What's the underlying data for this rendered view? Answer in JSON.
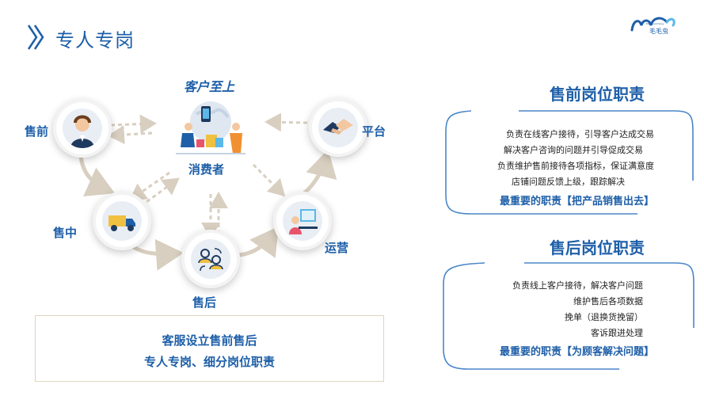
{
  "header": {
    "title": "专人专岗",
    "logo_text": "毛毛虫",
    "logo_sub": "MaoMaoChong"
  },
  "diagram": {
    "center_top_label": "客户至上",
    "nodes": {
      "consumer": "消费者",
      "presale": "售前",
      "platform": "平台",
      "insale": "售中",
      "operation": "运营",
      "aftersale": "售后"
    },
    "summary": {
      "line1": "客服设立售前售后",
      "line2": "专人专岗、细分岗位职责"
    }
  },
  "presale_duties": {
    "title": "售前岗位职责",
    "items": [
      "负责在线客户接待，引导客户达成交易",
      "解决客户咨询的问题并引导促成交易",
      "负责维护售前接待各项指标，保证满意度",
      "店铺问题反馈上级，跟踪解决"
    ],
    "key": "最重要的职责【把产品销售出去】"
  },
  "aftersale_duties": {
    "title": "售后岗位职责",
    "items": [
      "负责线上客户接待，解决客户问题",
      "维护售后各项数据",
      "挽单（退换货挽留）",
      "客诉跟进处理"
    ],
    "key": "最重要的职责【为顾客解决问题】"
  },
  "colors": {
    "primary": "#1e5fa8",
    "arrow": "#d8cfc0",
    "frame": "#4a86c8"
  }
}
